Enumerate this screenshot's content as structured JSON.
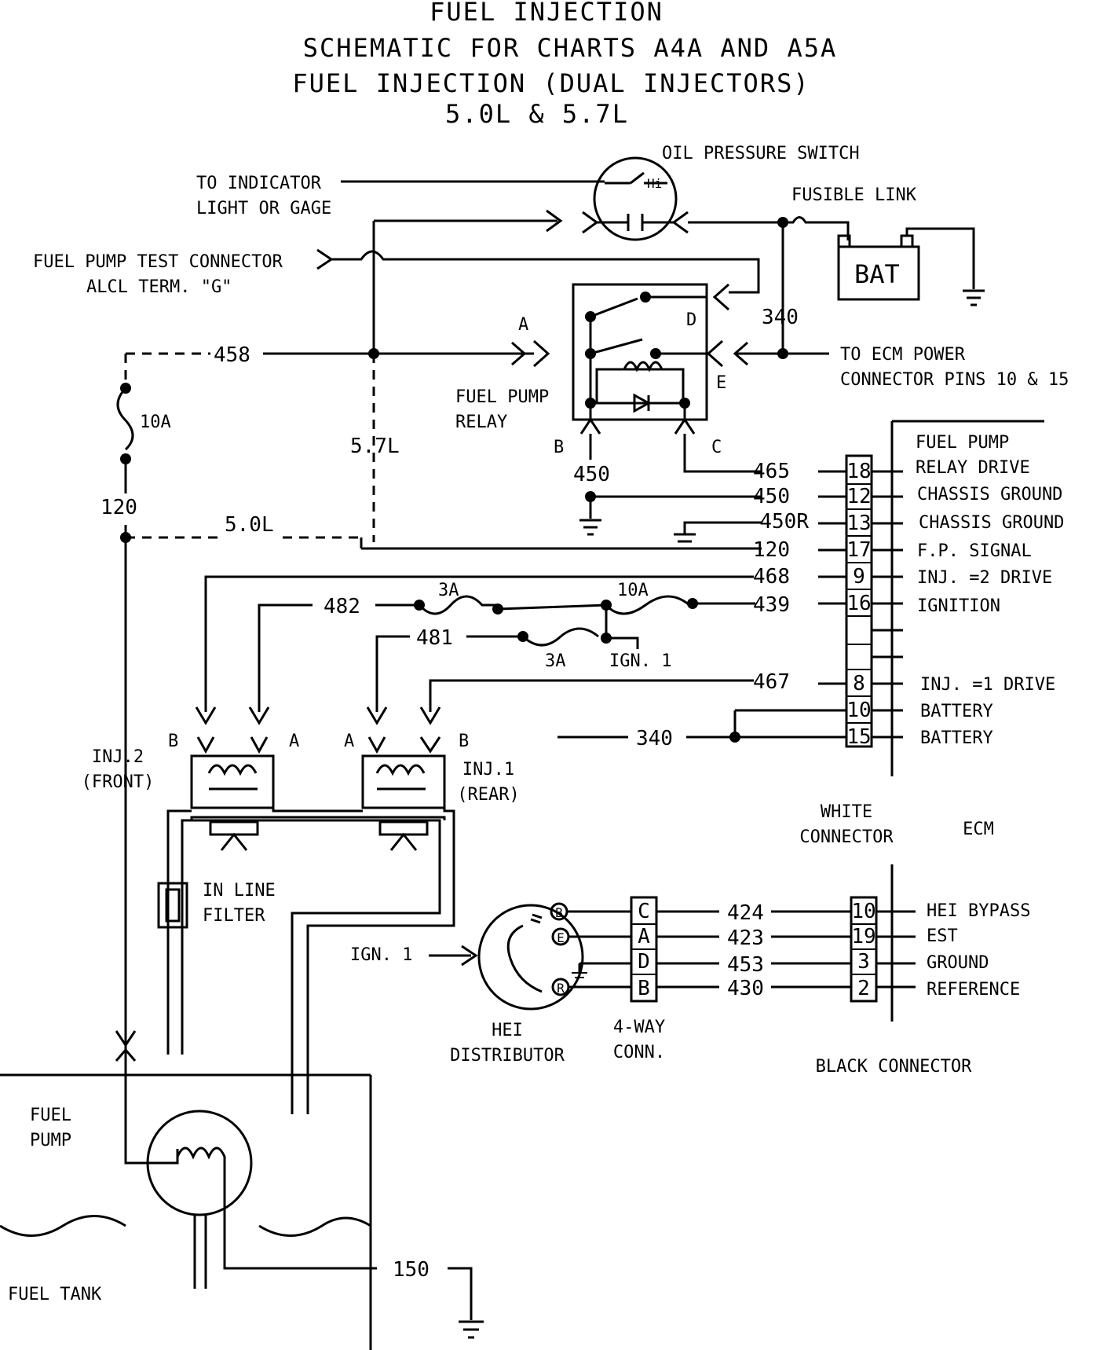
{
  "title": {
    "line1": "FUEL INJECTION",
    "line2": "SCHEMATIC FOR CHARTS A4A AND A5A",
    "line3": "FUEL INJECTION (DUAL INJECTORS)",
    "line4": "5.0L & 5.7L"
  },
  "components": {
    "oil_pressure_switch": "OIL PRESSURE SWITCH",
    "oil_switch_hi": "Hi",
    "indicator_1": "TO INDICATOR",
    "indicator_2": "LIGHT OR GAGE",
    "fusible_link": "FUSIBLE LINK",
    "battery": "BAT",
    "test_conn_1": "FUEL PUMP TEST CONNECTOR",
    "test_conn_2": "ALCL TERM. \"G\"",
    "relay_1": "FUEL PUMP",
    "relay_2": "RELAY",
    "ecm_power_1": "TO ECM POWER",
    "ecm_power_2": "CONNECTOR PINS 10 & 15",
    "pin_a": "A",
    "pin_b": "B",
    "pin_c": "C",
    "pin_d": "D",
    "pin_e": "E",
    "fuse_10a": "10A",
    "fuse_3a": "3A",
    "ign1": "IGN. 1",
    "inj2_1": "INJ.2",
    "inj2_2": "(FRONT)",
    "inj1_1": "INJ.1",
    "inj1_2": "(REAR)",
    "filter_1": "IN LINE",
    "filter_2": "FILTER",
    "hei_1": "HEI",
    "hei_2": "DISTRIBUTOR",
    "conn4_1": "4-WAY",
    "conn4_2": "CONN.",
    "white_1": "WHITE",
    "white_2": "CONNECTOR",
    "ecm": "ECM",
    "black_conn": "BLACK CONNECTOR",
    "fuel_pump_1": "FUEL",
    "fuel_pump_2": "PUMP",
    "fuel_tank": "FUEL TANK",
    "dist_b": "B",
    "dist_e": "E",
    "dist_r": "R"
  },
  "wires": {
    "w458": "458",
    "w340": "340",
    "w450": "450",
    "w465": "465",
    "w450r": "450R",
    "w120": "120",
    "w468": "468",
    "w482": "482",
    "w439": "439",
    "w481": "481",
    "w467": "467",
    "w424": "424",
    "w423": "423",
    "w453": "453",
    "w430": "430",
    "w150": "150",
    "v57": "5.7L",
    "v50": "5.0L"
  },
  "white_connector": [
    {
      "pin": "18",
      "func": "RELAY DRIVE",
      "func_top": "FUEL PUMP"
    },
    {
      "pin": "12",
      "func": "CHASSIS GROUND"
    },
    {
      "pin": "13",
      "func": "CHASSIS GROUND"
    },
    {
      "pin": "17",
      "func": "F.P. SIGNAL"
    },
    {
      "pin": "9",
      "func": "INJ. =2 DRIVE"
    },
    {
      "pin": "16",
      "func": "IGNITION"
    },
    {
      "pin": "8",
      "func": "INJ. =1 DRIVE"
    },
    {
      "pin": "10",
      "func": "BATTERY"
    },
    {
      "pin": "15",
      "func": "BATTERY"
    }
  ],
  "four_way": [
    "C",
    "A",
    "D",
    "B"
  ],
  "black_connector": [
    {
      "pin": "10",
      "func": "HEI BYPASS"
    },
    {
      "pin": "19",
      "func": "EST"
    },
    {
      "pin": "3",
      "func": "GROUND"
    },
    {
      "pin": "2",
      "func": "REFERENCE"
    }
  ]
}
